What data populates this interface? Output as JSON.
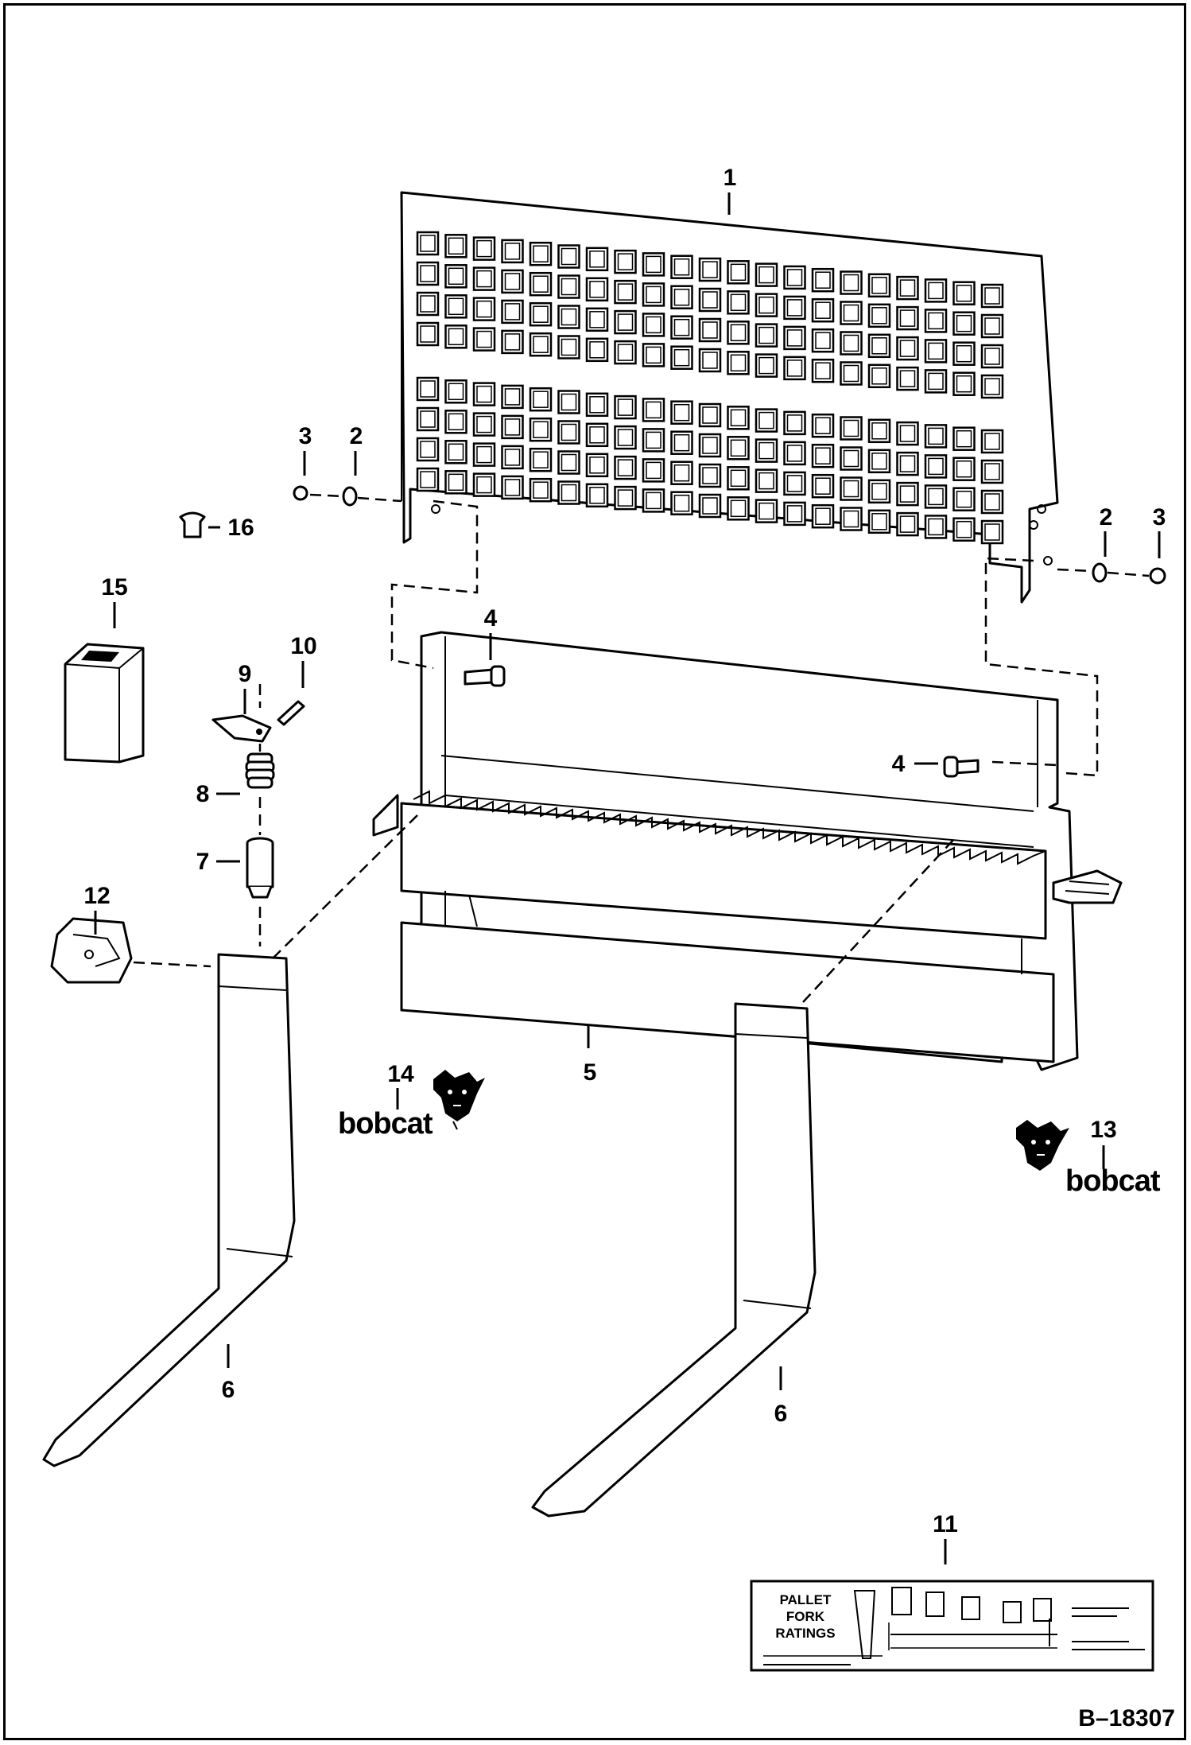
{
  "figure_id": "B–18307",
  "callouts": {
    "c1": "1",
    "c2a": "2",
    "c3a": "3",
    "c2b": "2",
    "c3b": "3",
    "c4a": "4",
    "c4b": "4",
    "c5": "5",
    "c6a": "6",
    "c6b": "6",
    "c7": "7",
    "c8": "8",
    "c9": "9",
    "c10": "10",
    "c11": "11",
    "c12": "12",
    "c13": "13",
    "c14": "14",
    "c15": "15",
    "c16": "16"
  },
  "logos": {
    "left_word": "bobcat",
    "right_word": "bobcat"
  },
  "decal": {
    "title_line1": "PALLET",
    "title_line2": "FORK",
    "title_line3": "RATINGS"
  }
}
